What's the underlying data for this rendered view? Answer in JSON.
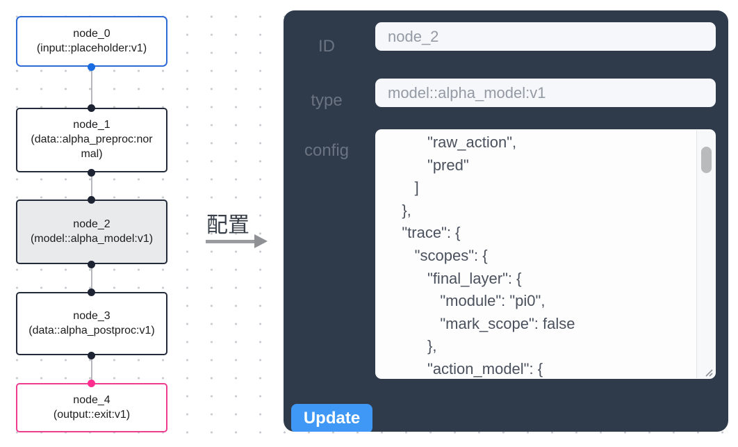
{
  "canvas": {
    "nodes": [
      {
        "name": "node_0",
        "type_line": "(input::placeholder:v1)"
      },
      {
        "name": "node_1",
        "type_line": "(data::alpha_preproc:normal)"
      },
      {
        "name": "node_2",
        "type_line": "(model::alpha_model:v1)"
      },
      {
        "name": "node_3",
        "type_line": "(data::alpha_postproc:v1)"
      },
      {
        "name": "node_4",
        "type_line": "(output::exit:v1)"
      }
    ],
    "selected_node": "node_2"
  },
  "transition": {
    "arrow_label": "配置",
    "arrow_icon": "right-arrow"
  },
  "panel": {
    "id_label": "ID",
    "id_value": "node_2",
    "type_label": "type",
    "type_value": "model::alpha_model:v1",
    "config_label": "config",
    "config_value": "         \"raw_action\",\n         \"pred\"\n      ]\n   },\n   \"trace\": {\n      \"scopes\": {\n         \"final_layer\": {\n            \"module\": \"pi0\",\n            \"mark_scope\": false\n         },\n         \"action_model\": {",
    "update_label": "Update",
    "icons": {
      "scrollbar": "scrollbar-thumb",
      "resize": "resize-grip-icon"
    }
  },
  "colors": {
    "input_node_border": "#2e6bd6",
    "default_node_border": "#232a39",
    "selected_node_fill": "#e9eaec",
    "output_node_border": "#ee3d8f",
    "handle_blue": "#186be0",
    "handle_dark": "#1d2333",
    "handle_pink": "#ff2e8e",
    "edge_gray": "#b5b7bc",
    "panel_bg": "#2f3a4b",
    "button_blue": "#3f98f5"
  }
}
